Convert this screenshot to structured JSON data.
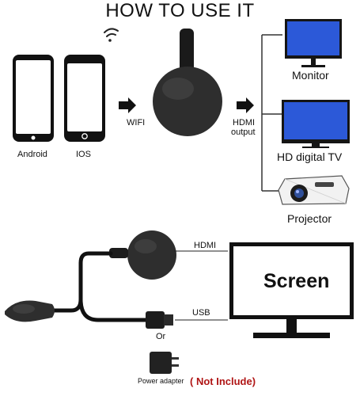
{
  "title": "HOW TO USE IT",
  "sources": [
    {
      "label": "Android",
      "icon": "android-phone-icon"
    },
    {
      "label": "IOS",
      "icon": "ios-phone-icon"
    }
  ],
  "connections": {
    "wifi_label": "WIFI",
    "hdmi_output_line1": "HDMI",
    "hdmi_output_line2": "output"
  },
  "outputs": [
    {
      "label": "Monitor",
      "icon": "monitor-icon"
    },
    {
      "label": "HD digital TV",
      "icon": "tv-icon"
    },
    {
      "label": "Projector",
      "icon": "projector-icon"
    }
  ],
  "setup": {
    "hdmi_label": "HDMI",
    "usb_label": "USB",
    "or_label": "Or",
    "screen_label": "Screen",
    "power_adapter_label": "Power adapter",
    "not_include_label": "( Not Include)"
  },
  "colors": {
    "screen_blue": "#2c59d8",
    "device_dark": "#2b2b2b",
    "not_include_red": "#b01515"
  }
}
